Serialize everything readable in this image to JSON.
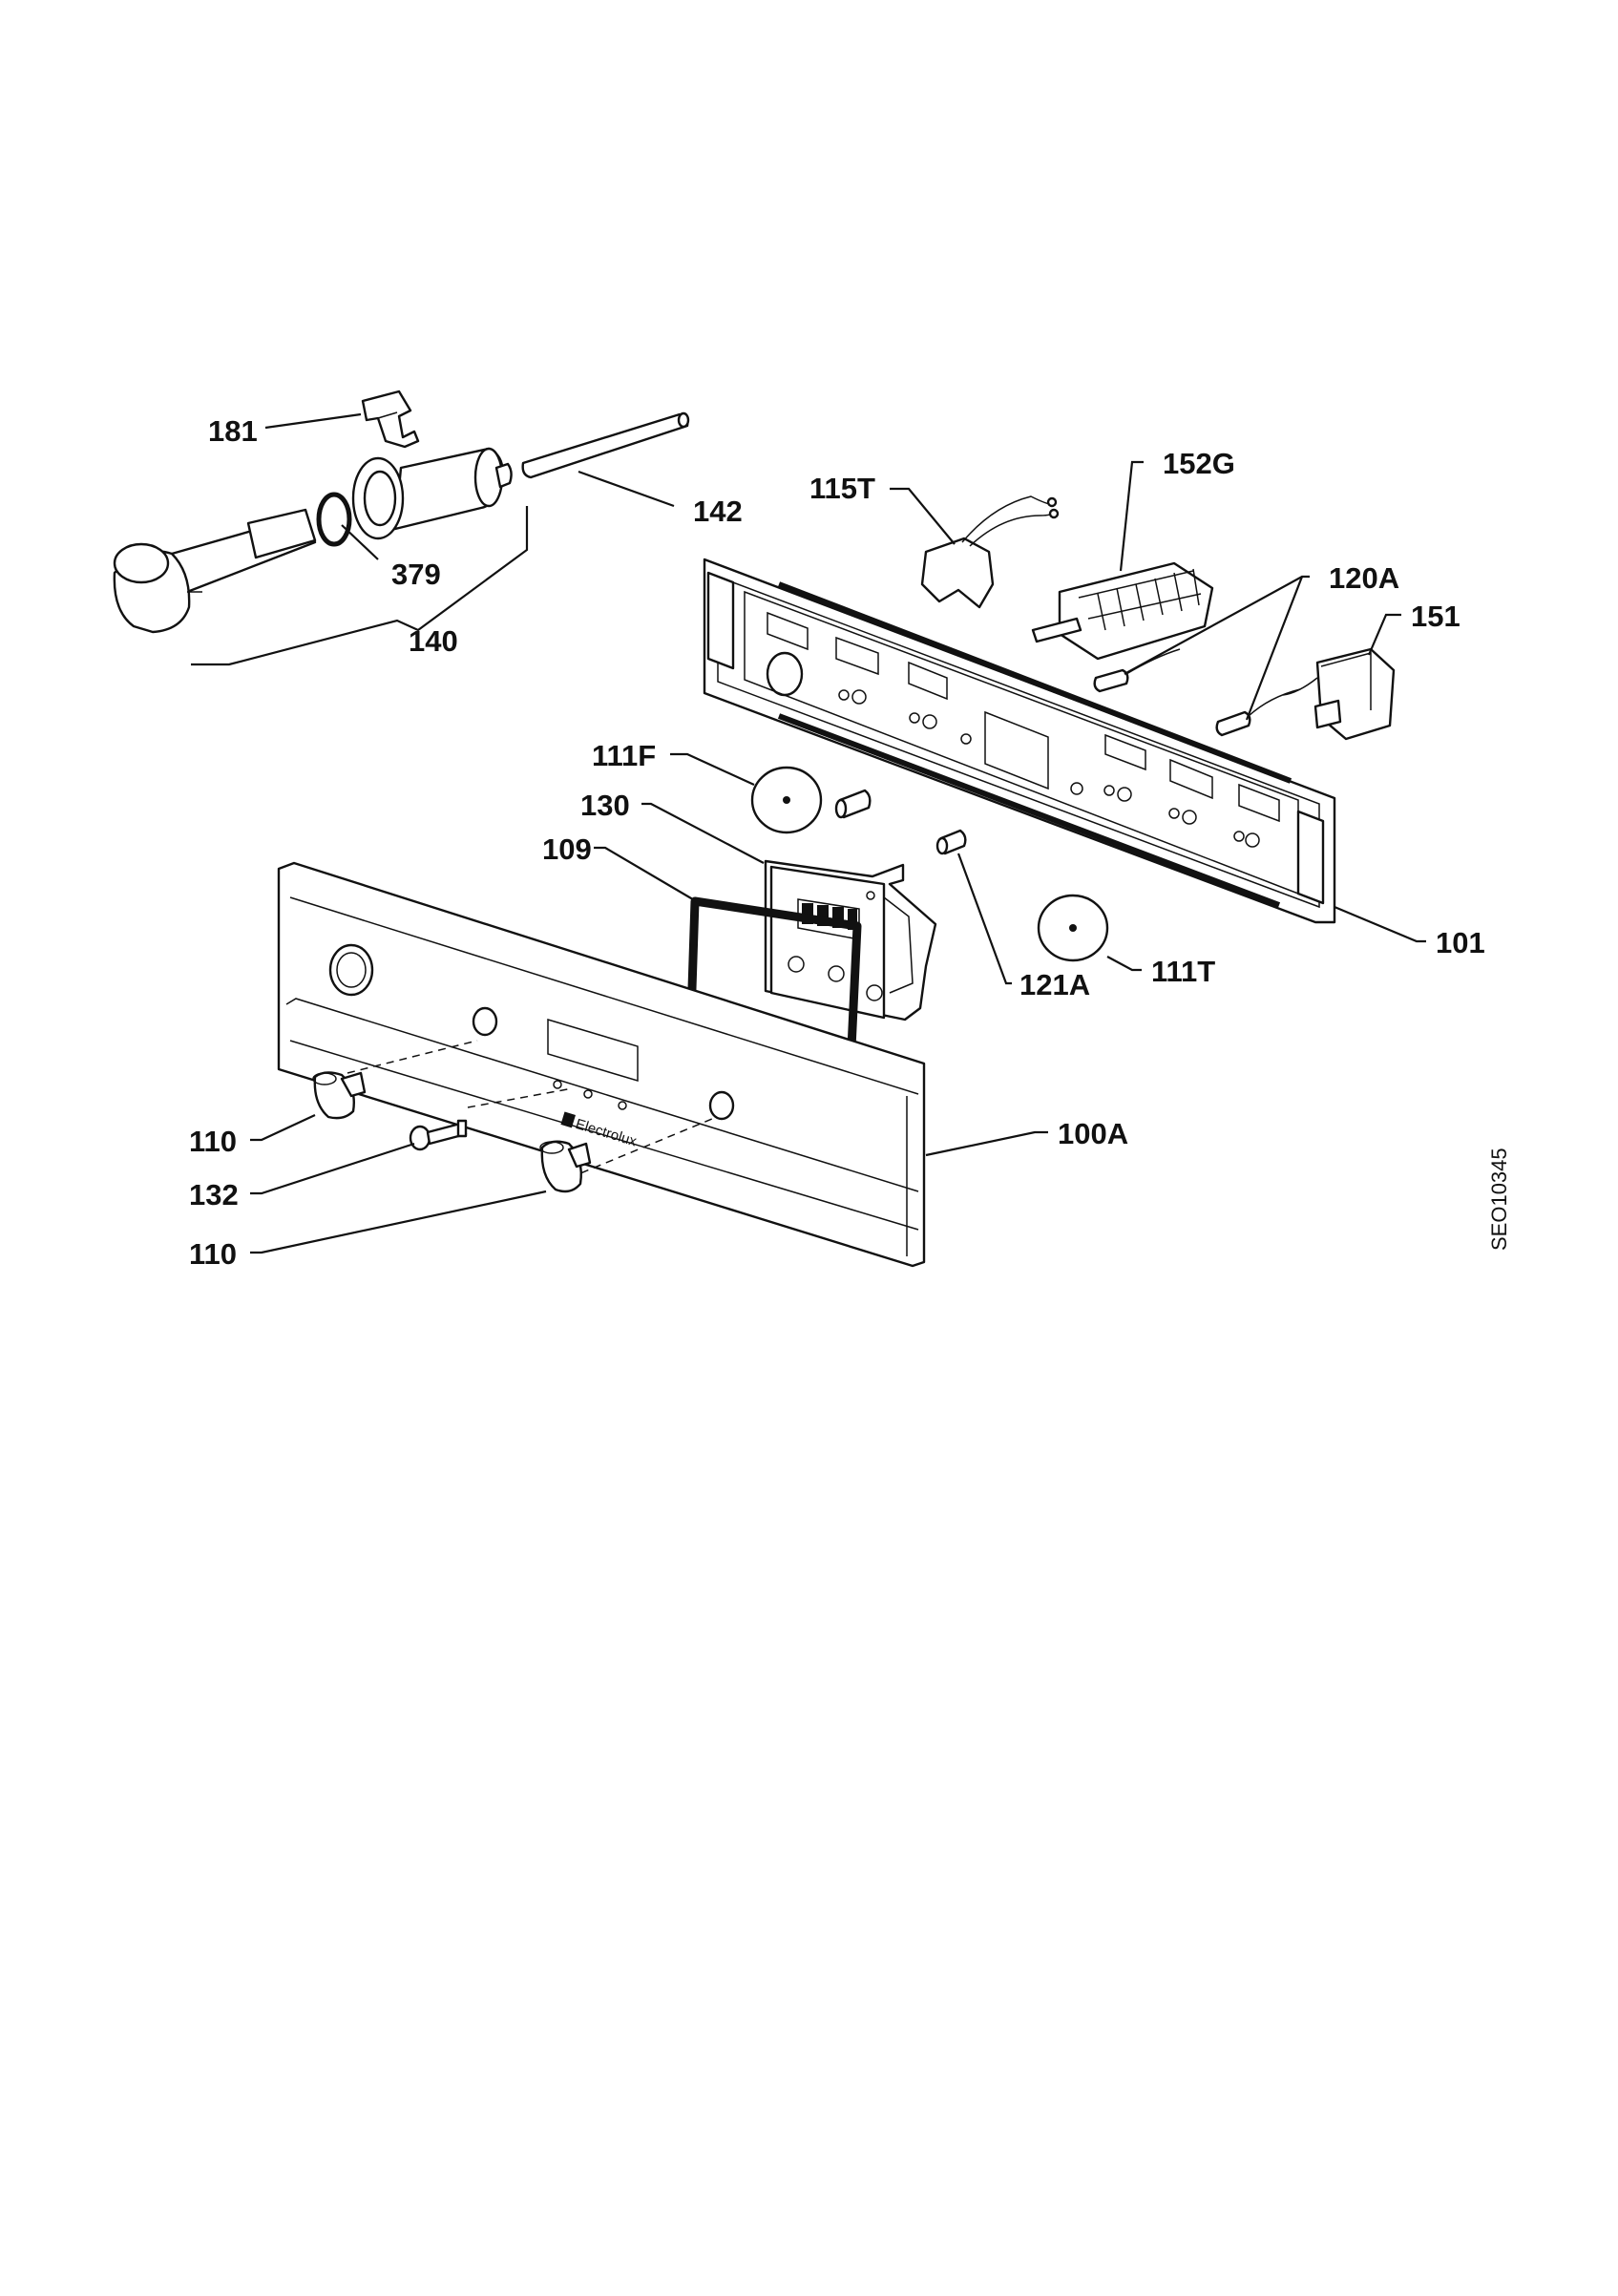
{
  "diagram": {
    "drawing_code": "SEO10345",
    "brand_mark": "Electrolux",
    "callouts": {
      "c181": "181",
      "c142": "142",
      "c379": "379",
      "c140": "140",
      "c115T": "115T",
      "c152G": "152G",
      "c120A": "120A",
      "c151": "151",
      "c111F": "111F",
      "c130": "130",
      "c109": "109",
      "c101": "101",
      "c121A": "121A",
      "c111T": "111T",
      "c110a": "110",
      "c132": "132",
      "c110b": "110",
      "c100A": "100A"
    }
  }
}
